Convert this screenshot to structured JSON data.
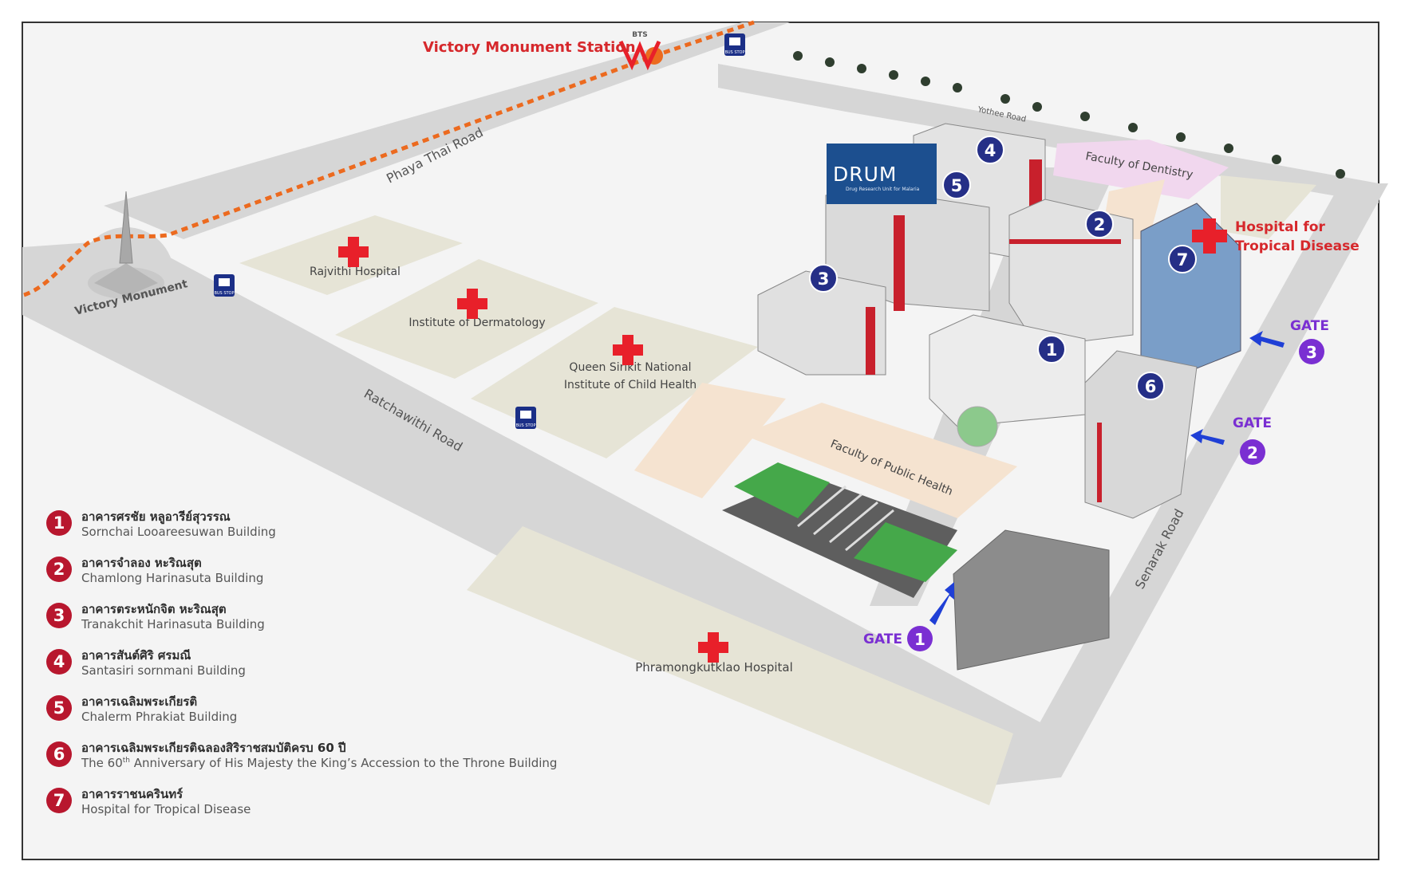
{
  "station_label": "Victory Monument Station",
  "bts_logo_text": "BTS",
  "roads": {
    "phaya_thai": "Phaya Thai Road",
    "ratchawithi": "Ratchawithi Road",
    "yothee": "Yothee Road",
    "senarak": "Senarak Road"
  },
  "monument_label": "Victory Monument",
  "places": {
    "rajvithi": "Rajvithi Hospital",
    "dermatology": "Institute of Dermatology",
    "child_health_1": "Queen Sirikit National",
    "child_health_2": "Institute of Child Health",
    "public_health": "Faculty of Public Health",
    "dentistry": "Faculty of Dentistry",
    "phramongkutklao": "Phramongkutklao Hospital"
  },
  "hospital_label_1": "Hospital for",
  "hospital_label_2": "Tropical Disease",
  "gate_word": "GATE",
  "gates": [
    "1",
    "2",
    "3"
  ],
  "bus_stop_text": "BUS STOP",
  "building_numbers": [
    "1",
    "2",
    "3",
    "4",
    "5",
    "6",
    "7"
  ],
  "drum": {
    "title": "DRUM",
    "subtitle": "Drug Research Unit for Malaria"
  },
  "legend": [
    {
      "num": "1",
      "th": "อาคารศรชัย หลูอารีย์สุวรรณ",
      "en": "Sornchai Looareesuwan Building"
    },
    {
      "num": "2",
      "th": "อาคารจำลอง หะริณสุต",
      "en": "Chamlong Harinasuta Building"
    },
    {
      "num": "3",
      "th": "อาคารตระหนักจิต หะริณสุต",
      "en": "Tranakchit Harinasuta Building"
    },
    {
      "num": "4",
      "th": "อาคารสันต์ศิริ ศรมณี",
      "en": "Santasiri sornmani Building"
    },
    {
      "num": "5",
      "th": "อาคารเฉลิมพระเกียรติ",
      "en": "Chalerm Phrakiat Building"
    },
    {
      "num": "6",
      "th": "อาคารเฉลิมพระเกียรติฉลองสิริราชสมบัติครบ 60 ปี",
      "en_pre": "The 60",
      "en_sup": "th",
      "en_post": " Anniversary of His Majesty the King’s Accession to the Throne Building"
    },
    {
      "num": "7",
      "th": "อาคารราชนครินทร์",
      "en": "Hospital for Tropical Disease"
    }
  ],
  "colors": {
    "road": "#d6d6d6",
    "block": "#e6e4d6",
    "building_number": "#252f87",
    "legend_number": "#b8172e",
    "gate": "#7a2fd2",
    "arrow": "#1f3fd6",
    "hospital_cross": "#e8202a",
    "drum_blue": "#1c4f8f",
    "bts_route": "#ec6a1f"
  }
}
